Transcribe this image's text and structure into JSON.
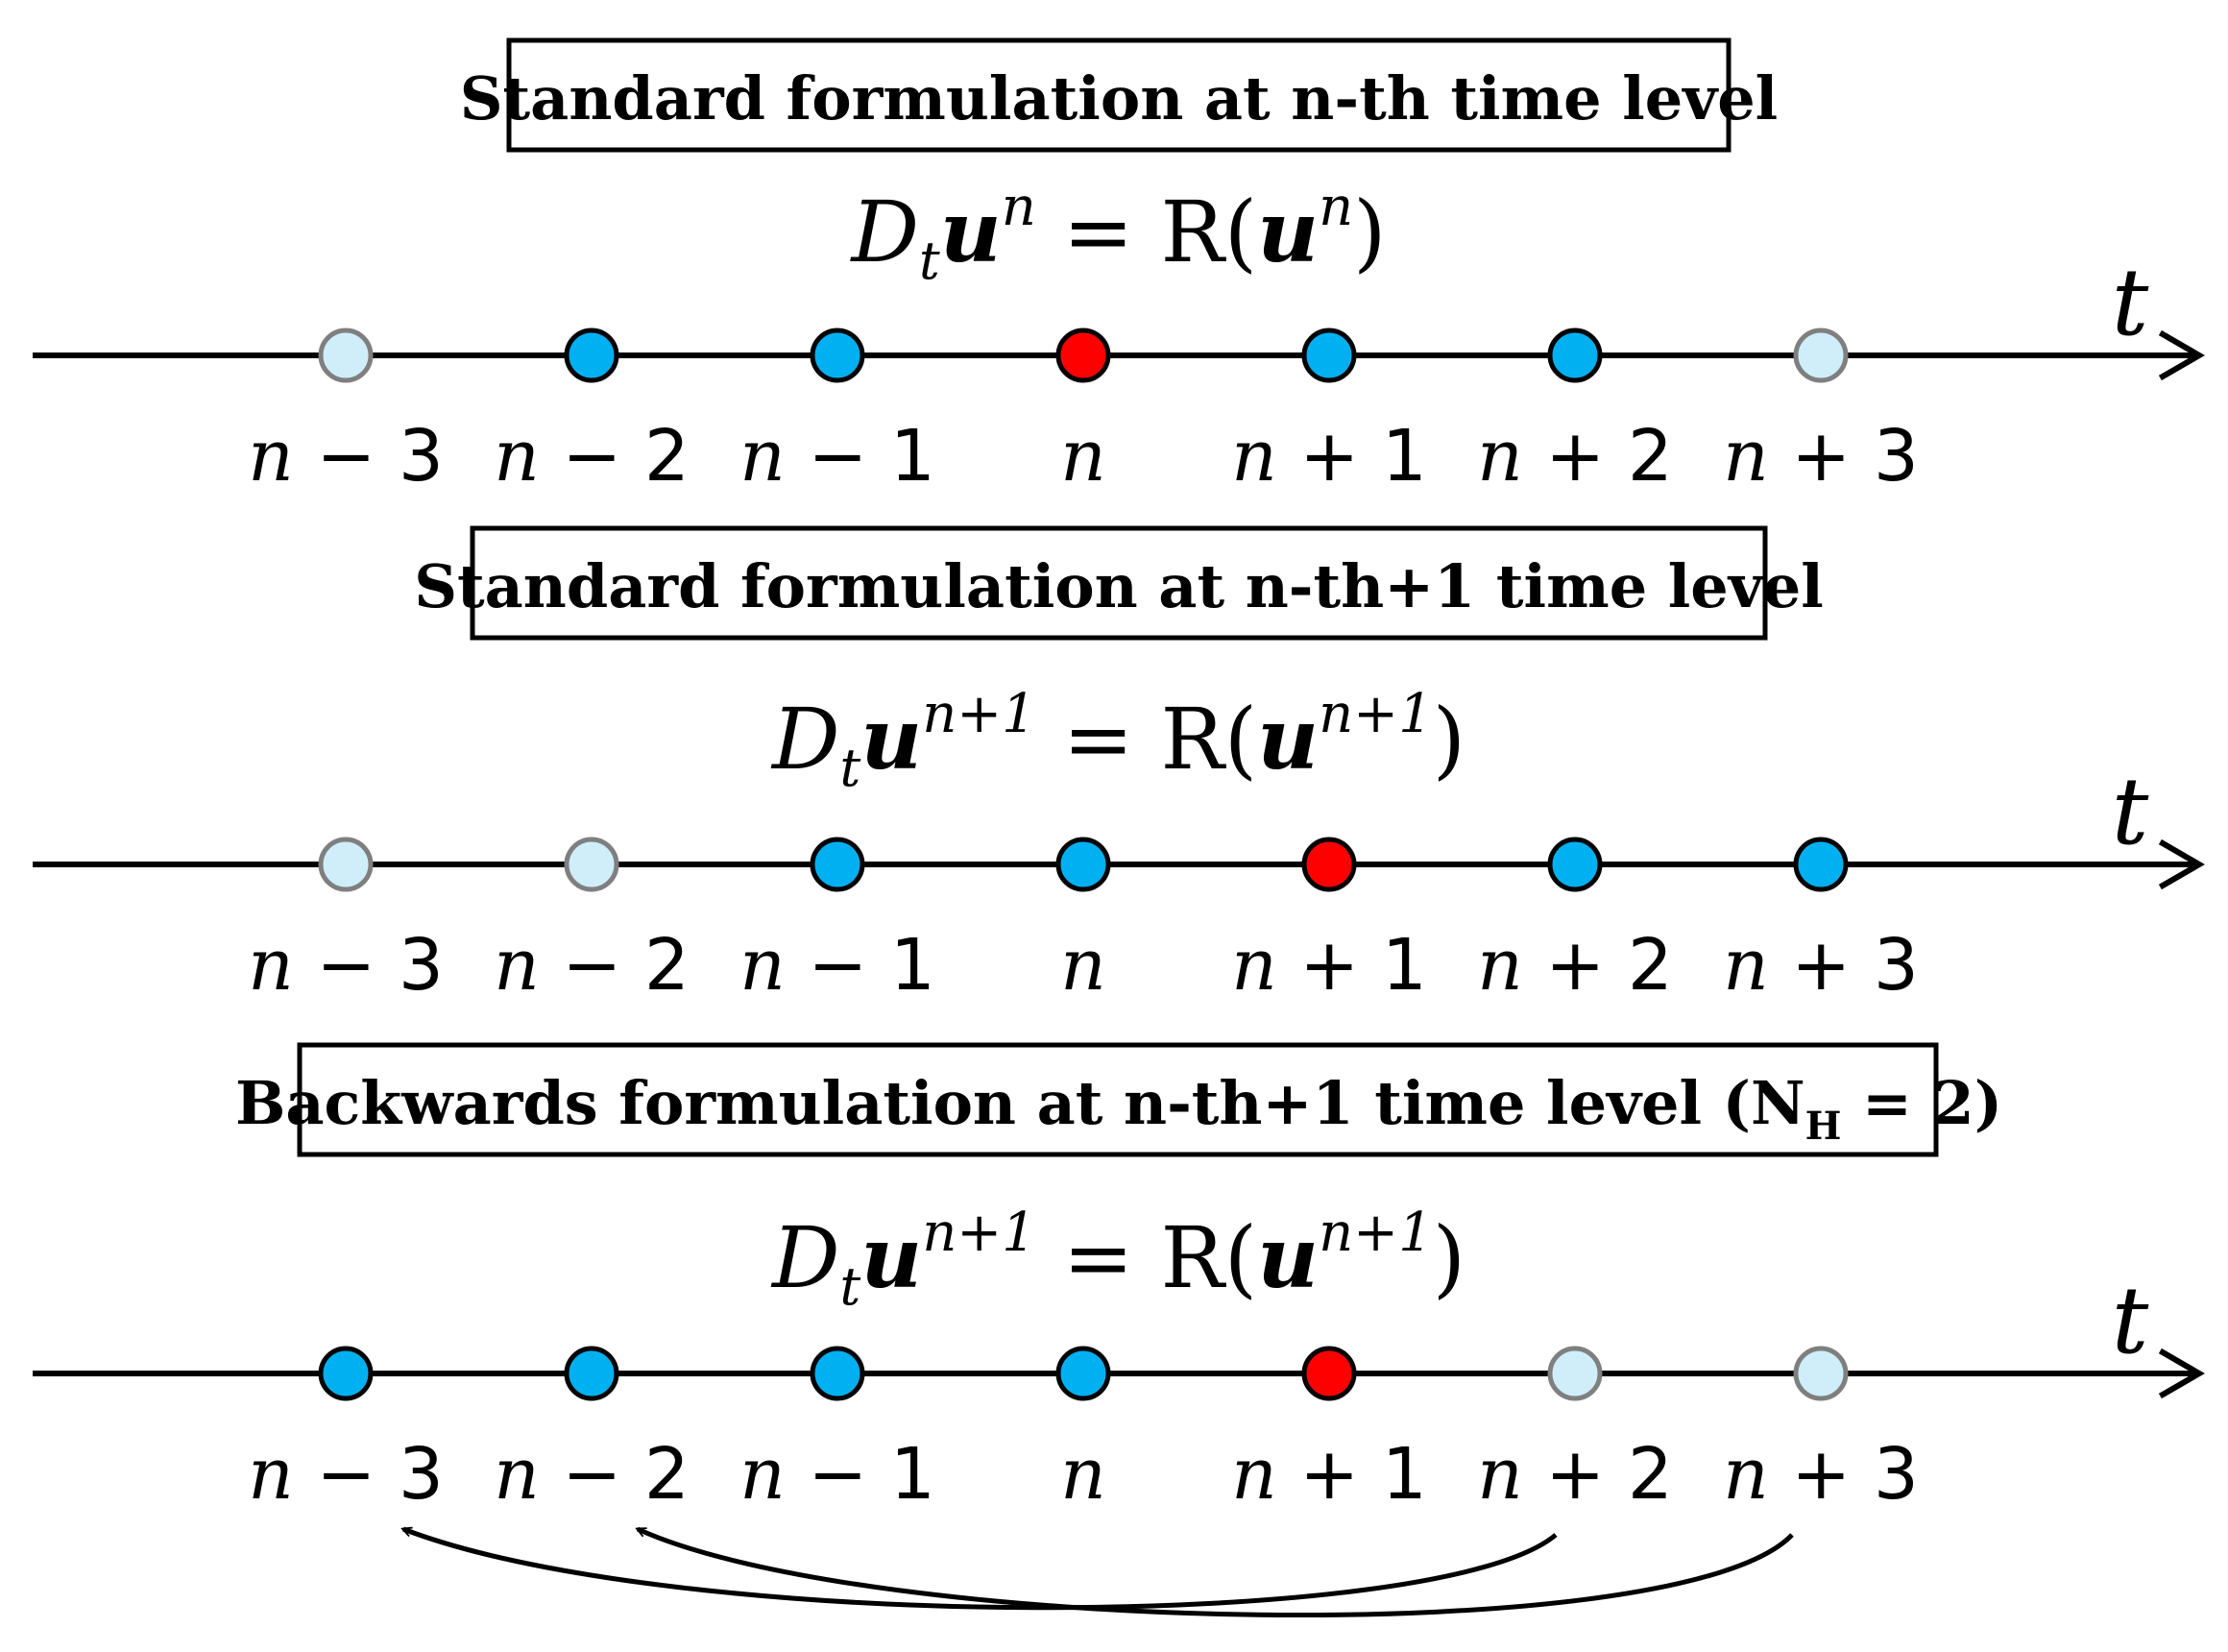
{
  "colors": {
    "active": "#00b0f0",
    "current": "#ff0000",
    "inactive": "#cfeefa",
    "active_stroke": "#000000",
    "inactive_stroke": "#7f7f7f"
  },
  "axis_label": "t",
  "ticks": [
    "n − 3",
    "n − 2",
    "n − 1",
    "n",
    "n + 1",
    "n + 2",
    "n + 3"
  ],
  "panels": [
    {
      "box_title": "Standard formulation at n-th time level",
      "box_title_extra": "",
      "box_sub": "",
      "box_tail": "",
      "eq_left_base": "D",
      "eq_left_sub": "t",
      "eq_var": "u",
      "eq_sup": "n",
      "eq_mid": " = R(",
      "eq_right_close": ")",
      "states": [
        "inactive",
        "active",
        "active",
        "current",
        "active",
        "active",
        "inactive"
      ]
    },
    {
      "box_title": "Standard formulation at n-th+1 time level",
      "box_title_extra": "",
      "box_sub": "",
      "box_tail": "",
      "eq_left_base": "D",
      "eq_left_sub": "t",
      "eq_var": "u",
      "eq_sup": "n+1",
      "eq_mid": " = R(",
      "eq_right_close": ")",
      "states": [
        "inactive",
        "inactive",
        "active",
        "active",
        "current",
        "active",
        "active"
      ]
    },
    {
      "box_title": "Backwards formulation at n-th+1 time level (N",
      "box_title_extra": "",
      "box_sub": "H",
      "box_tail": " = 2)",
      "eq_left_base": "D",
      "eq_left_sub": "t",
      "eq_var": "u",
      "eq_sup": "n+1",
      "eq_mid": " = R(",
      "eq_right_close": ")",
      "states": [
        "active",
        "active",
        "active",
        "active",
        "current",
        "inactive",
        "inactive"
      ]
    }
  ]
}
